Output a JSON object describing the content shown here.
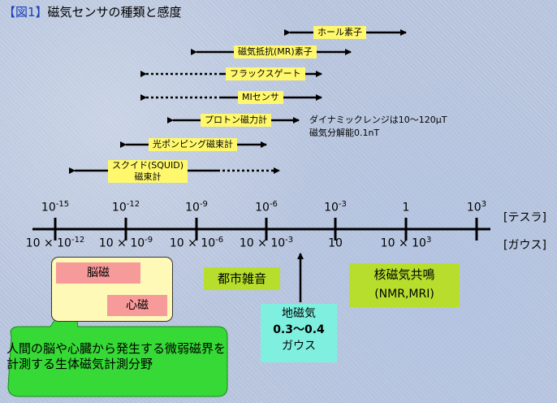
{
  "title": {
    "figure": "【図1】",
    "text": "磁気センサの種類と感度"
  },
  "sensors": [
    {
      "label": "ホール素子",
      "note": ""
    },
    {
      "label": "磁気抵抗(MR)素子",
      "note": ""
    },
    {
      "label": "フラックスゲート",
      "note": ""
    },
    {
      "label": "MIセンサ",
      "note": ""
    },
    {
      "label": "プロトン磁力計",
      "note": "ダイナミックレンジは10～120μT"
    },
    {
      "label": "光ポンピング磁束計",
      "note": ""
    },
    {
      "label": "スクイド(SQUID)\n磁束計",
      "note": ""
    }
  ],
  "proton_note2": "磁気分解能0.1nT",
  "axis": {
    "tesla_ticks": [
      {
        "base": "10",
        "exp": "-15"
      },
      {
        "base": "10",
        "exp": "-12"
      },
      {
        "base": "10",
        "exp": "-9"
      },
      {
        "base": "10",
        "exp": "-6"
      },
      {
        "base": "10",
        "exp": "-3"
      },
      {
        "base": "1",
        "exp": ""
      },
      {
        "base": "10",
        "exp": "3"
      }
    ],
    "gauss_ticks": [
      {
        "base": "10 × 10",
        "exp": "-12"
      },
      {
        "base": "10 × 10",
        "exp": "-9"
      },
      {
        "base": "10 × 10",
        "exp": "-6"
      },
      {
        "base": "10 × 10",
        "exp": "-3"
      },
      {
        "base": "10",
        "exp": ""
      },
      {
        "base": "10 × 10",
        "exp": "3"
      }
    ],
    "tesla_unit": "[テスラ]",
    "gauss_unit": "[ガウス]"
  },
  "regions": {
    "brain": "脳磁",
    "heart": "心磁",
    "urban_noise": "都市雑音",
    "nmr_line1": "核磁気共鳴",
    "nmr_line2": "(NMR,MRI)",
    "earth_line1": "地磁気",
    "earth_line2": "0.3～0.4",
    "earth_line3": "ガウス"
  },
  "callout": "人間の脳や心臓から発生する微弱磁界を計測する生体磁気計測分野",
  "colors": {
    "label_bg": "#fff86c",
    "green": "#b7de2c",
    "cyan": "#7ff0e0",
    "pink": "#f79a9a",
    "title_accent": "#1a3fb8"
  }
}
